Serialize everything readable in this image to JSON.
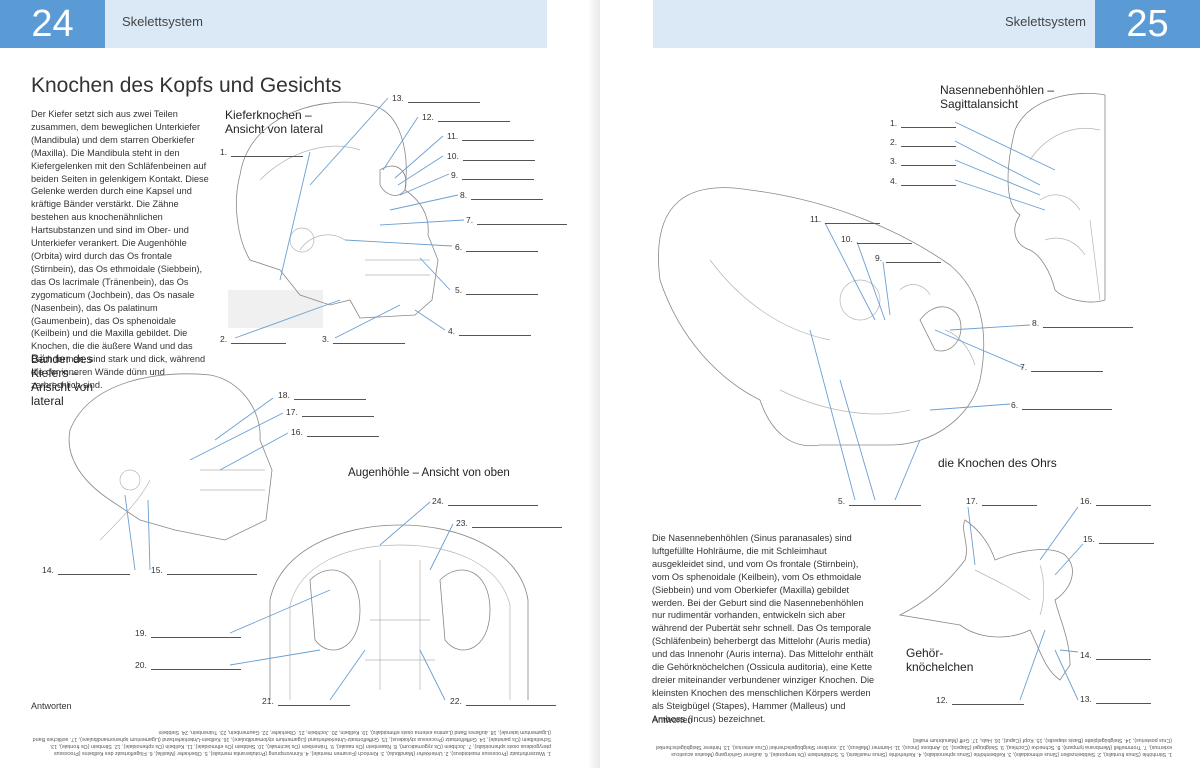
{
  "left": {
    "page_number": "24",
    "section": "Skelettsystem",
    "title": "Knochen des Kopfs und Gesichts",
    "intro": "Der Kiefer setzt sich aus zwei Teilen zusammen, dem beweglichen Unterkiefer (Mandibula) und dem starren Oberkiefer (Maxilla). Die Mandibula steht in den Kiefergelenken mit den Schläfen­beinen auf beiden Seiten in gelenkigem Kontakt. Diese Gelenke werden durch eine Kapsel und kräftige Bänder verstärkt. Die Zähne bestehen aus knochenähnlichen Hartsubstanzen und sind im Ober- und Unterkiefer verankert. Die Augen­höhle (Orbita) wird durch das Os frontale (Stirnbein), das Os ethmoidale (Siebbein), das Os lacrimale (Tränenbein), das Os zygomaticum (Jochbein), das Os nasale (Nasenbein), das Os palatinum (Gaumenbein), das Os sphenoidale (Keilbein) und die Maxilla gebildet. Die Knochen, die die äußere Wand und das Dach formen, sind stark und dick, während die der inneren Wände dünn und zerbrechlich sind.",
    "caption_jaw": "Kieferknochen – Ansicht von lateral",
    "caption_ligaments": "Bänder des Kiefers – Ansicht von lateral",
    "caption_orbit": "Augenhöhle – Ansicht von oben",
    "answers_heading": "Antworten",
    "answers_text": "1. Warzenfortsatz (Processus mastoideus), 2. Unterkiefer (Mandibula), 3. Kinnloch (Foramen mentale), 4. Kinnvorsprung (Protuberantia mentalis), 5. Oberkiefer (Maxilla), 6. Flügelfortsatz des Keilbeins (Processus pterygoideus ossis sphenoidalis), 7. Jochbein (Os zygomaticum), 8. Nasenbein (Os nasale), 9. Tränenbein (Os lacrimale), 10. Siebbein (Os ethmoidale), 11. Keilbein (Os sphenoidale), 12. Stirnbein (Os frontale), 13. Scheitelbein (Os parietale), 14. Griffelfortsatz (Processus styloideus), 15. Griffelfortsatz-Unterkieferband (Ligamentum stylomandibulare), 16. Keilbein-Unterkieferband (Ligamentum sphenomandibulare), 17. seitliches Band (Ligamentum laterale), 18. äußeres Band (Lamina externa ossis ethmoidalis), 19. Keilbein, 20. Jochbein, 21. Oberkiefer, 22. Gaumenbein, 23. Tränenbein, 24. Siebbein",
    "labels": {
      "jaw": [
        {
          "n": "13."
        },
        {
          "n": "12."
        },
        {
          "n": "1."
        },
        {
          "n": "11."
        },
        {
          "n": "10."
        },
        {
          "n": "9."
        },
        {
          "n": "8."
        },
        {
          "n": "7."
        },
        {
          "n": "6."
        },
        {
          "n": "5."
        },
        {
          "n": "4."
        },
        {
          "n": "2."
        },
        {
          "n": "3."
        }
      ],
      "lig": [
        {
          "n": "18."
        },
        {
          "n": "17."
        },
        {
          "n": "16."
        },
        {
          "n": "14."
        },
        {
          "n": "15."
        }
      ],
      "orbit": [
        {
          "n": "24."
        },
        {
          "n": "23."
        },
        {
          "n": "19."
        },
        {
          "n": "20."
        },
        {
          "n": "21."
        },
        {
          "n": "22."
        }
      ]
    }
  },
  "right": {
    "page_number": "25",
    "section": "Skelettsystem",
    "caption_sinus": "Nasennebenhöhlen – Sagittalansicht",
    "caption_ear": "die Knochen des Ohrs",
    "caption_ossicles": "Gehör-knöchelchen",
    "body": "Die Nasennebenhöhlen (Sinus paranasales) sind luftgefüllte Hohlräume, die mit Schleimhaut ausgekleidet sind, und vom Os frontale (Stirnbein), vom Os sphenoidale (Keilbein), vom Os ethmoidale (Siebbein) und vom Oberkiefer (Maxilla) gebildet werden. Bei der Geburt sind die Nasennebenhöhlen nur rudimentär vorhanden, entwickeln sich aber während der Pubertät sehr schnell. Das Os temporale (Schläfenbein) beherbergt das Mittelohr (Auris media) und das Innenohr (Auris interna). Das Mittelohr enthält die Gehörknöchelchen (Ossicula auditoria), eine Kette dreier miteinander verbundener winziger Knochen. Die kleinsten Knochen des menschlichen Körpers werden als Steigbügel (Stapes), Hammer (Malleus) und Amboss (Incus) bezeichnet.",
    "answers_heading": "Antworten",
    "answers_text": "1. Stirnhöhle (Sinus frontalis), 2. Siebbeinzellen (Sinus ethmoidalis), 3. Keilbeinhöhle (Sinus sphenoidalis), 4. Kieferhöhle (Sinus maxillaris), 5. Schläfenbein (Os temporale), 6. äußerer Gehörgang (Meatus acusticus externus), 7. Trommelfell (Membrana tympani), 8. Schnecke (Cochlea), 9. Steigbügel (Stapes), 10. Amboss (Incus), 11. Hammer (Malleus), 12. vorderer Steigbügelschenkel (Crus anterius), 13. hinterer Steigbügelschenkel (Crus posterius), 14. Steigbügelplatte (Basis stapedis), 15. Kopf (Caput), 16. Hals, 17. Griff (Manubrium mallei)",
    "labels": {
      "sinus": [
        {
          "n": "1."
        },
        {
          "n": "2."
        },
        {
          "n": "3."
        },
        {
          "n": "4."
        }
      ],
      "ear": [
        {
          "n": "11."
        },
        {
          "n": "10."
        },
        {
          "n": "9."
        },
        {
          "n": "8."
        },
        {
          "n": "7."
        },
        {
          "n": "6."
        },
        {
          "n": "5."
        }
      ],
      "oss": [
        {
          "n": "17."
        },
        {
          "n": "16."
        },
        {
          "n": "15."
        },
        {
          "n": "14."
        },
        {
          "n": "12."
        },
        {
          "n": "13."
        }
      ]
    }
  }
}
